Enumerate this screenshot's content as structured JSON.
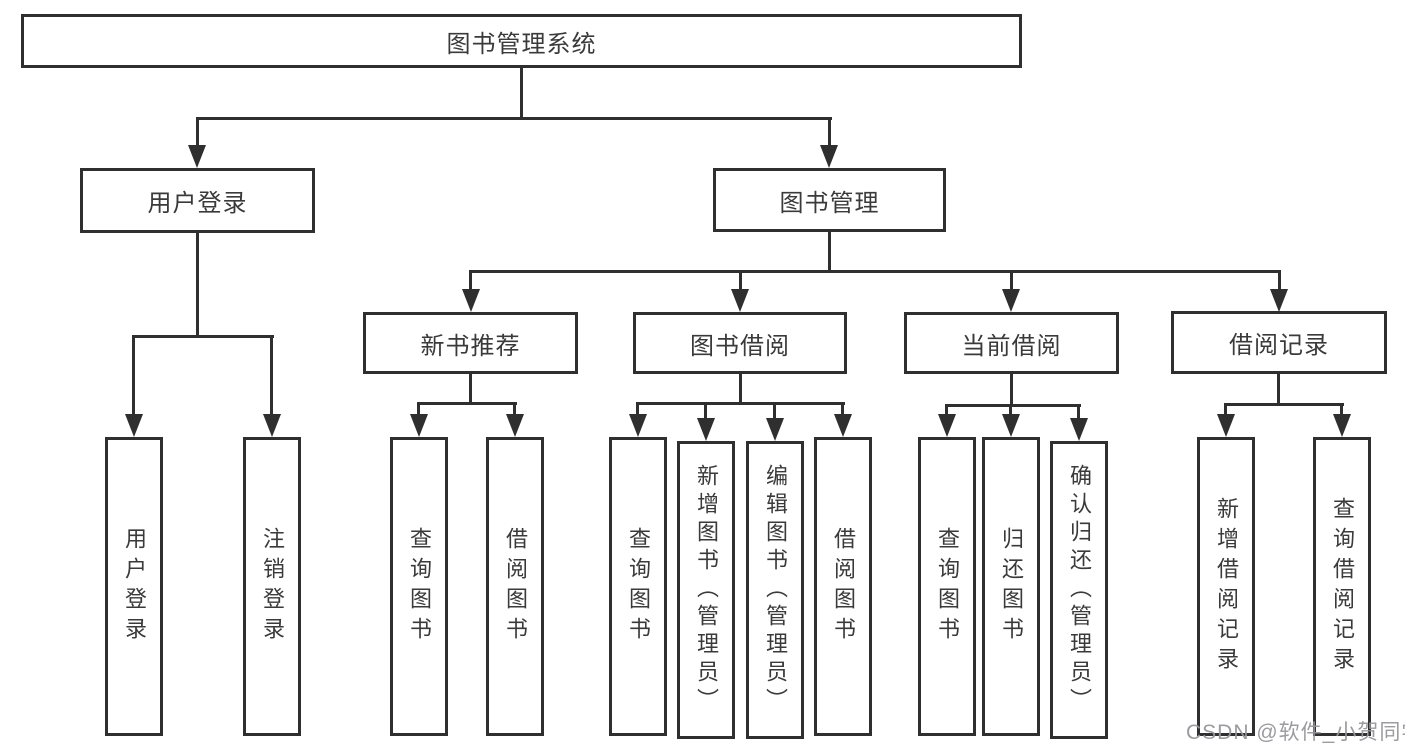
{
  "root": {
    "label": "图书管理系统"
  },
  "level1": [
    {
      "label": "用户登录"
    },
    {
      "label": "图书管理"
    }
  ],
  "level2": [
    {
      "label": "新书推荐"
    },
    {
      "label": "图书借阅"
    },
    {
      "label": "当前借阅"
    },
    {
      "label": "借阅记录"
    }
  ],
  "leaves": [
    {
      "label": "用户登录"
    },
    {
      "label": "注销登录"
    },
    {
      "label": "查询图书"
    },
    {
      "label": "借阅图书"
    },
    {
      "label": "查询图书"
    },
    {
      "label": "新增图书（管理员）"
    },
    {
      "label": "编辑图书（管理员）"
    },
    {
      "label": "借阅图书"
    },
    {
      "label": "查询图书"
    },
    {
      "label": "归还图书"
    },
    {
      "label": "确认归还（管理员）"
    },
    {
      "label": "新增借阅记录"
    },
    {
      "label": "查询借阅记录"
    }
  ],
  "watermark": {
    "text": "CSDN @软件_小贺同学"
  },
  "colors": {
    "line": "#2f2f2f",
    "text": "#3a3a3a",
    "background": "#ffffff",
    "watermark": "#96969b"
  }
}
